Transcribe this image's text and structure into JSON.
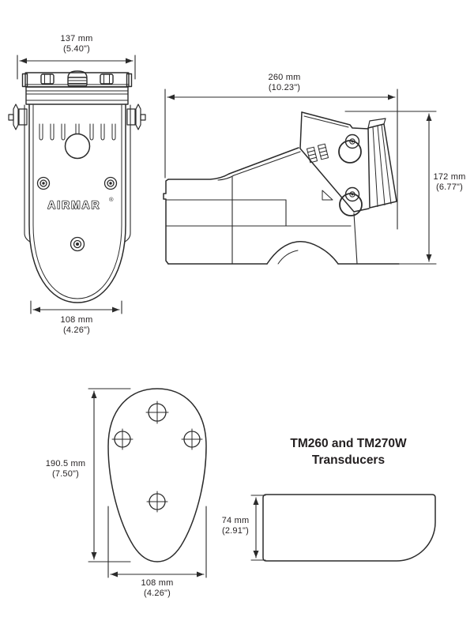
{
  "drawing": {
    "title_line1": "TM260 and TM270W",
    "title_line2": "Transducers",
    "brand": "AIRMAR",
    "brand_mark": "®"
  },
  "dimensions": {
    "front_top": {
      "mm": "137 mm",
      "inch": "(5.40\")"
    },
    "front_bottom": {
      "mm": "108 mm",
      "inch": "(4.26\")"
    },
    "side_length": {
      "mm": "260 mm",
      "inch": "(10.23\")"
    },
    "side_height": {
      "mm": "172 mm",
      "inch": "(6.77\")"
    },
    "plan_height": {
      "mm": "190.5 mm",
      "inch": "(7.50\")"
    },
    "plan_width": {
      "mm": "108 mm",
      "inch": "(4.26\")"
    },
    "profile_height": {
      "mm": "74 mm",
      "inch": "(2.91\")"
    }
  },
  "colors": {
    "line": "#2b2b2b",
    "text": "#231f20",
    "background": "#ffffff"
  }
}
